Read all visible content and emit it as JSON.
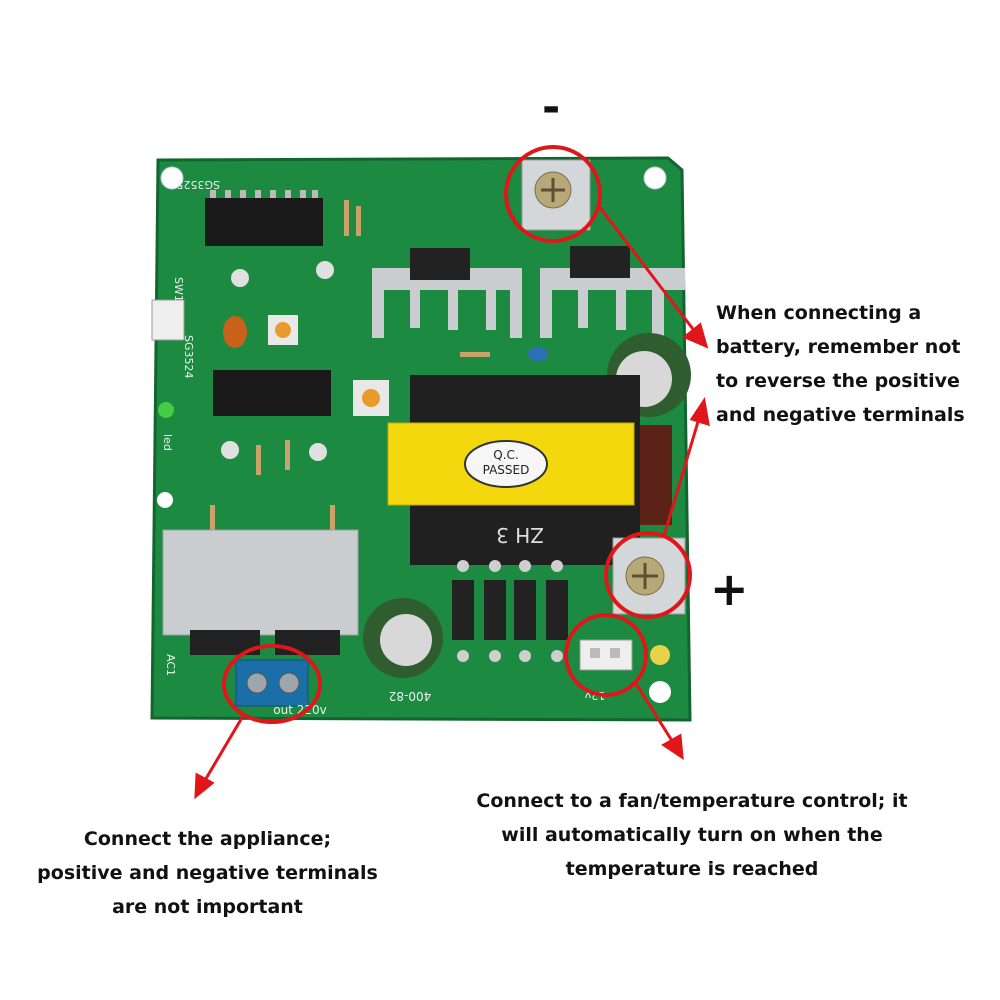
{
  "colors": {
    "board_green": "#1d8a42",
    "annotation_red": "#e0161a",
    "heatsink_silver": "#c9cdd0",
    "transformer_yellow": "#f2d80c",
    "terminal_blue": "#1b6fa8"
  },
  "symbols": {
    "negative": "-",
    "positive": "+"
  },
  "board_labels": {
    "ic_top": "SG3525",
    "ic_mid": "SG3524",
    "switch": "SW1",
    "led": "led",
    "ac": "AC1",
    "qc_line1": "Q.C.",
    "qc_line2": "PASSED",
    "transformer": "ZH 3",
    "cap_main": "400-82",
    "output": "out 220v",
    "fan": "12v"
  },
  "annotations": {
    "battery": [
      "When connecting a",
      "battery, remember not",
      "to reverse the positive",
      "and negative terminals"
    ],
    "appliance": [
      "Connect the appliance;",
      "positive and negative terminals",
      "are not important"
    ],
    "fan": [
      "Connect to a fan/temperature control; it",
      "will automatically turn on when the",
      "temperature is reached"
    ]
  }
}
